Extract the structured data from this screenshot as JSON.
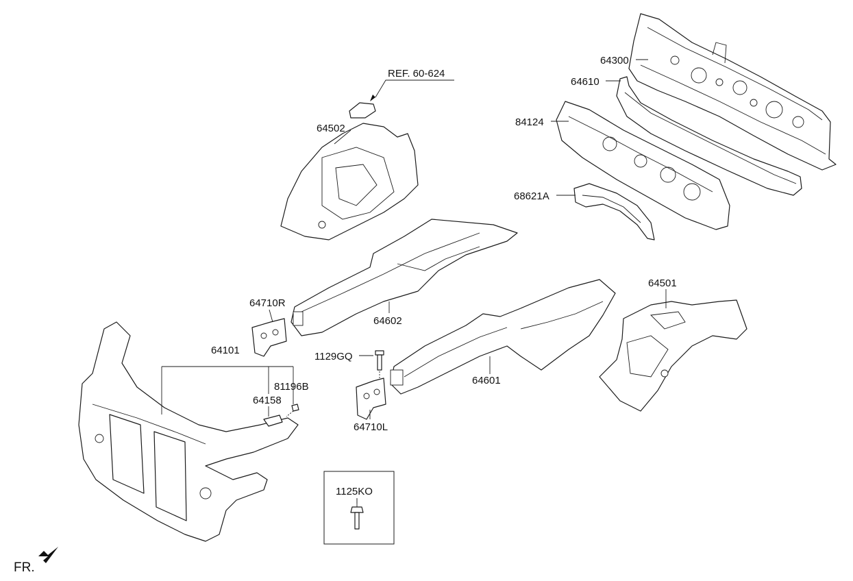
{
  "callouts": {
    "ref": "REF. 60-624",
    "p64502": "64502",
    "p64300": "64300",
    "p64610": "64610",
    "p84124": "84124",
    "p68621A": "68621A",
    "p64710R": "64710R",
    "p64602": "64602",
    "p64501": "64501",
    "p64101": "64101",
    "p1129GQ": "1129GQ",
    "p81196B": "81196B",
    "p64158": "64158",
    "p64601": "64601",
    "p64710L": "64710L",
    "p1125KO": "1125KO"
  },
  "direction_label": "FR."
}
